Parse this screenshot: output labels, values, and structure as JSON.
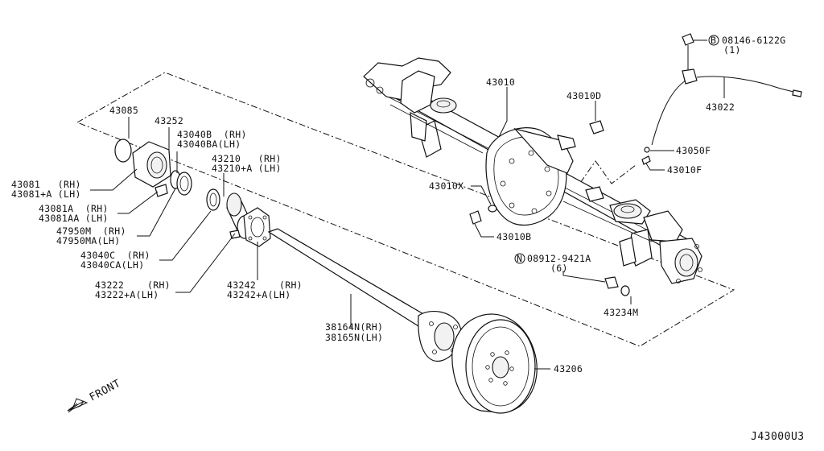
{
  "diagram_code": "J43000U3",
  "front_label": "FRONT",
  "labels": {
    "p43085": "43085",
    "p43252": "43252",
    "p43040b": "43040B  (RH)",
    "p43040ba": "43040BA(LH)",
    "p43210": "43210   (RH)",
    "p43210a": "43210+A (LH)",
    "p43081": "43081   (RH)",
    "p43081a_lh": "43081+A (LH)",
    "p43081a": "43081A  (RH)",
    "p43081aa": "43081AA (LH)",
    "p47950m": "47950M  (RH)",
    "p47950ma": "47950MA(LH)",
    "p43040c": "43040C  (RH)",
    "p43040ca": "43040CA(LH)",
    "p43222": "43222    (RH)",
    "p43222a": "43222+A(LH)",
    "p43242": "43242    (RH)",
    "p43242a": "43242+A(LH)",
    "p38164n": "38164N(RH)",
    "p38165n": "38165N(LH)",
    "p43206": "43206",
    "p43010": "43010",
    "p43010d": "43010D",
    "p43022": "43022",
    "p43050f": "43050F",
    "p43010f": "43010F",
    "p43010x": "43010X",
    "p43010b": "43010B",
    "p08912": "08912-9421A",
    "p08912_qty": "(6)",
    "p08912_prefix": "N",
    "p43234m": "43234M",
    "p08146": "08146-6122G",
    "p08146_qty": "(1)",
    "p08146_prefix": "B"
  }
}
